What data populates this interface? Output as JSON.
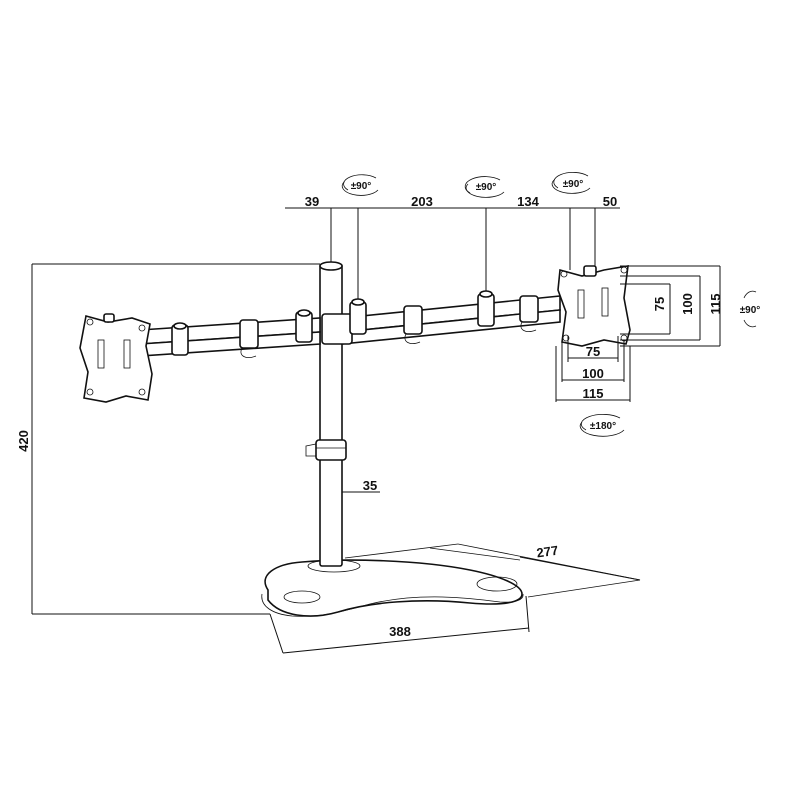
{
  "dimensions": {
    "top_39": "39",
    "top_203": "203",
    "top_134": "134",
    "top_50": "50",
    "height_420": "420",
    "pole_35": "35",
    "depth_277": "277",
    "width_388": "388",
    "vesa_75_v": "75",
    "vesa_100_v": "100",
    "vesa_115_v": "115",
    "vesa_75_h": "75",
    "vesa_100_h": "100",
    "vesa_115_h": "115"
  },
  "rotations": {
    "arm_left": "±90°",
    "arm_mid": "±90°",
    "arm_right": "±90°",
    "tilt": "±90°",
    "rotate": "±180°"
  }
}
